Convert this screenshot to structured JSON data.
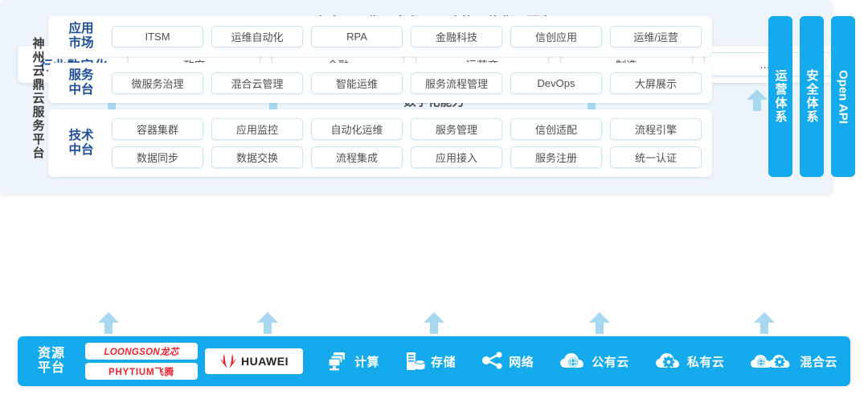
{
  "title": "安全、可靠、完备、一致的一体化云服务",
  "capability_label": "数字化能力",
  "industry": {
    "label": "行业数字化",
    "items": [
      "政府",
      "金融",
      "运营商",
      "制造",
      "……"
    ]
  },
  "core": {
    "vertical_label": "神州云鼎云服务平台",
    "bands": [
      {
        "label_line1": "应用",
        "label_line2": "市场",
        "rows": [
          [
            "ITSM",
            "运维自动化",
            "RPA",
            "金融科技",
            "信创应用",
            "运维/运营"
          ]
        ]
      },
      {
        "label_line1": "服务",
        "label_line2": "中台",
        "rows": [
          [
            "微服务治理",
            "混合云管理",
            "智能运维",
            "服务流程管理",
            "DevOps",
            "大屏展示"
          ]
        ]
      },
      {
        "label_line1": "技术",
        "label_line2": "中台",
        "rows": [
          [
            "容器集群",
            "应用监控",
            "自动化运维",
            "服务管理",
            "信创适配",
            "流程引擎"
          ],
          [
            "数据同步",
            "数据交换",
            "流程集成",
            "应用接入",
            "服务注册",
            "统一认证"
          ]
        ]
      }
    ],
    "vbars": [
      {
        "text": "运营体系",
        "latin": false
      },
      {
        "text": "安全体系",
        "latin": false
      },
      {
        "text": "Open API",
        "latin": true
      }
    ]
  },
  "resource": {
    "label_line1": "资源",
    "label_line2": "平台",
    "logos": [
      {
        "name": "loongson",
        "text": "LOONGSON龙芯"
      },
      {
        "name": "phytium",
        "text": "PHYTIUM飞腾"
      }
    ],
    "huawei": "HUAWEI",
    "items": [
      {
        "icon": "compute-icon",
        "label": "计算"
      },
      {
        "icon": "storage-icon",
        "label": "存储"
      },
      {
        "icon": "network-icon",
        "label": "网络"
      },
      {
        "icon": "public-cloud-icon",
        "label": "公有云"
      },
      {
        "icon": "private-cloud-icon",
        "label": "私有云"
      },
      {
        "icon": "hybrid-cloud-icon",
        "label": "混合云"
      }
    ]
  },
  "arrows": {
    "upper_x": [
      126,
      327,
      723,
      929
    ],
    "lower_x": [
      122,
      320,
      527,
      733,
      938
    ]
  },
  "colors": {
    "brand_blue": "#14aaeb",
    "arrow_blue": "#a8d8f0",
    "label_blue": "#1f4e96",
    "panel_bg": "#eef5fa",
    "logo_red": "#e3262f"
  }
}
